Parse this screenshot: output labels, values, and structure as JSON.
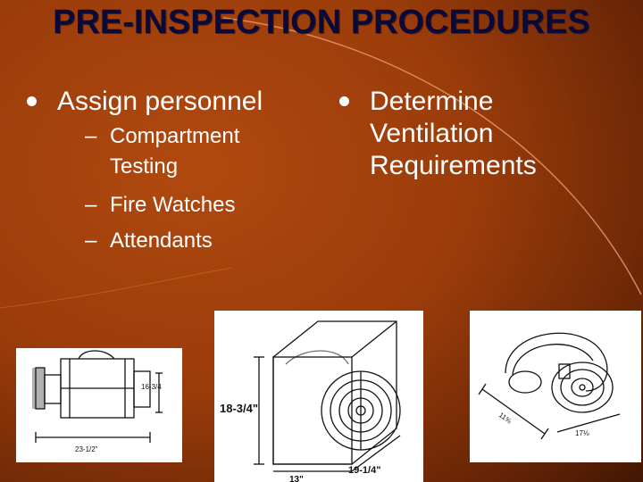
{
  "slide": {
    "title": "PRE-INSPECTION PROCEDURES",
    "colors": {
      "background": "#9a3c0a",
      "title": "#0a0a3a",
      "text": "#ffffff"
    },
    "left_bullet": {
      "text": "Assign personnel",
      "subitems": [
        "Compartment Testing",
        "Fire Watches",
        "Attendants"
      ]
    },
    "right_bullet": {
      "lines": [
        "Determine",
        "Ventilation",
        "Requirements"
      ]
    },
    "figures": [
      {
        "name": "axial-blower",
        "labels": [
          "16-3/4",
          "23-1/2\""
        ]
      },
      {
        "name": "box-fan",
        "labels": [
          "18-3/4\"",
          "13\"",
          "19-1/4\""
        ]
      },
      {
        "name": "venturi-blower",
        "labels": [
          "11⅝",
          "17⅛"
        ]
      }
    ]
  }
}
